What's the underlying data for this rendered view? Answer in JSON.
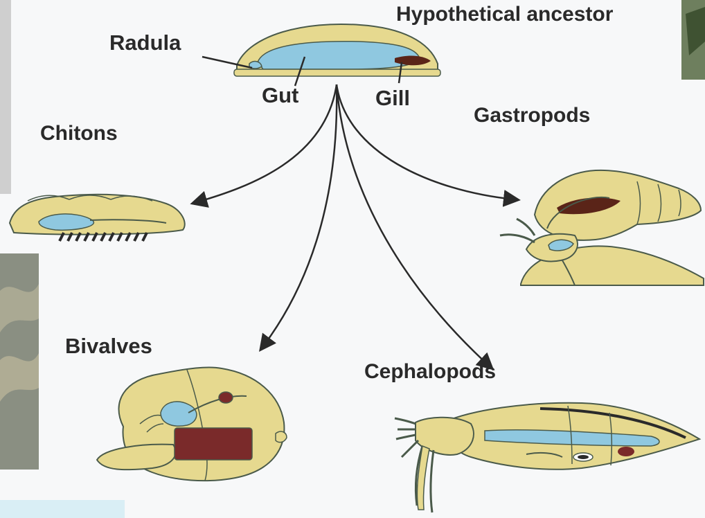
{
  "labels": {
    "hypothetical_ancestor": "Hypothetical ancestor",
    "radula": "Radula",
    "gut": "Gut",
    "gill": "Gill",
    "chitons": "Chitons",
    "gastropods": "Gastropods",
    "bivalves": "Bivalves",
    "cephalopods": "Cephalopods"
  },
  "colors": {
    "body": "#e6d98f",
    "outline": "#4a5a4a",
    "gut": "#8fc8e0",
    "gill": "#5a2418",
    "bivalve_gill": "#7a2a2a",
    "arrow": "#2a2a2a",
    "background": "#f7f8f9"
  }
}
